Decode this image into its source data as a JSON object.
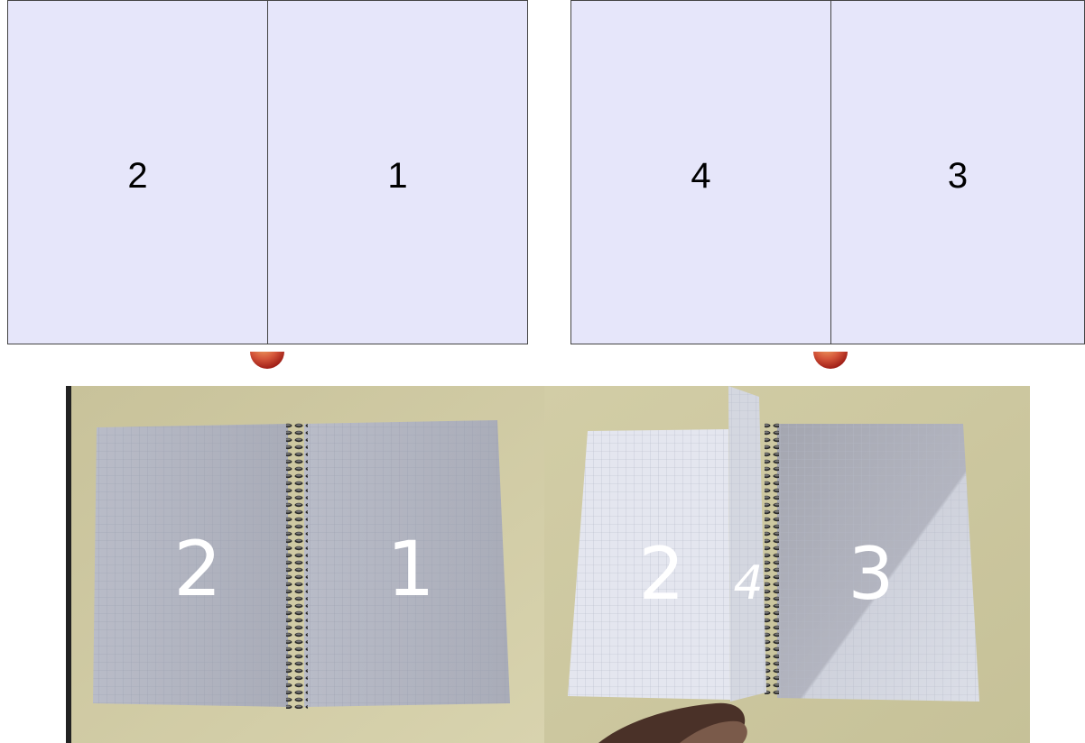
{
  "diagrams": [
    {
      "left_page": "2",
      "right_page": "1"
    },
    {
      "left_page": "4",
      "right_page": "3"
    }
  ],
  "photos": [
    {
      "left_page": "2",
      "right_page": "1"
    },
    {
      "left_page": "2",
      "middle_page": "4",
      "right_page": "3"
    }
  ],
  "colors": {
    "page_fill": "#e6e6fa",
    "page_border": "#444444",
    "binding_dot": "#c0392b"
  }
}
